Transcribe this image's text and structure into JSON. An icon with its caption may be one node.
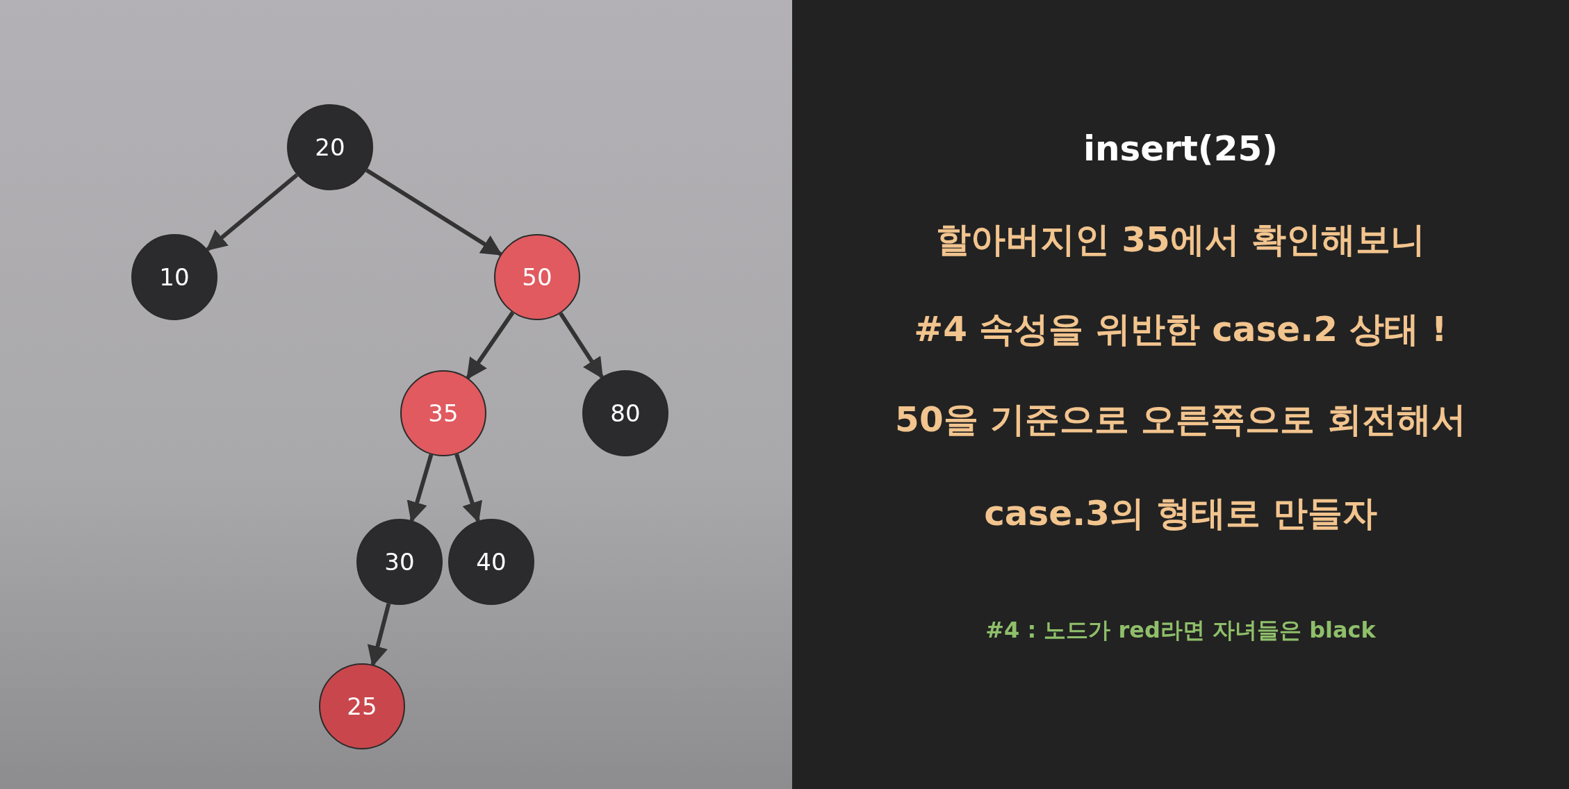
{
  "diagram": {
    "title": "insert(25)",
    "nodes": [
      {
        "text": [
          "20"
        ]
      },
      {
        "text": [
          "10"
        ]
      },
      {
        "text": [
          "50"
        ]
      },
      {
        "text": [
          "35"
        ]
      },
      {
        "text": [
          "80"
        ]
      },
      {
        "text": [
          "30"
        ]
      },
      {
        "text": [
          "40"
        ]
      },
      {
        "text": [
          "25"
        ]
      }
    ],
    "edges": [
      {
        "from": 0,
        "to": 1,
        "arrow": "to"
      },
      {
        "from": 0,
        "to": 2,
        "arrow": "to"
      },
      {
        "from": 2,
        "to": 3,
        "arrow": "to"
      },
      {
        "from": 2,
        "to": 4,
        "arrow": "to"
      },
      {
        "from": 3,
        "to": 5,
        "arrow": "to"
      },
      {
        "from": 3,
        "to": 6,
        "arrow": "to"
      },
      {
        "from": 5,
        "to": 7,
        "arrow": "to"
      }
    ],
    "labels": [
      "할아버지인 35에서 확인해보니",
      "#4 속성을 위반한 case.2 상태 !",
      "50을 기준으로 오른쪽으로 회전해서",
      "case.3의 형태로 만들자",
      "#4 : 노드가 red라면 자녀들은 black"
    ]
  }
}
